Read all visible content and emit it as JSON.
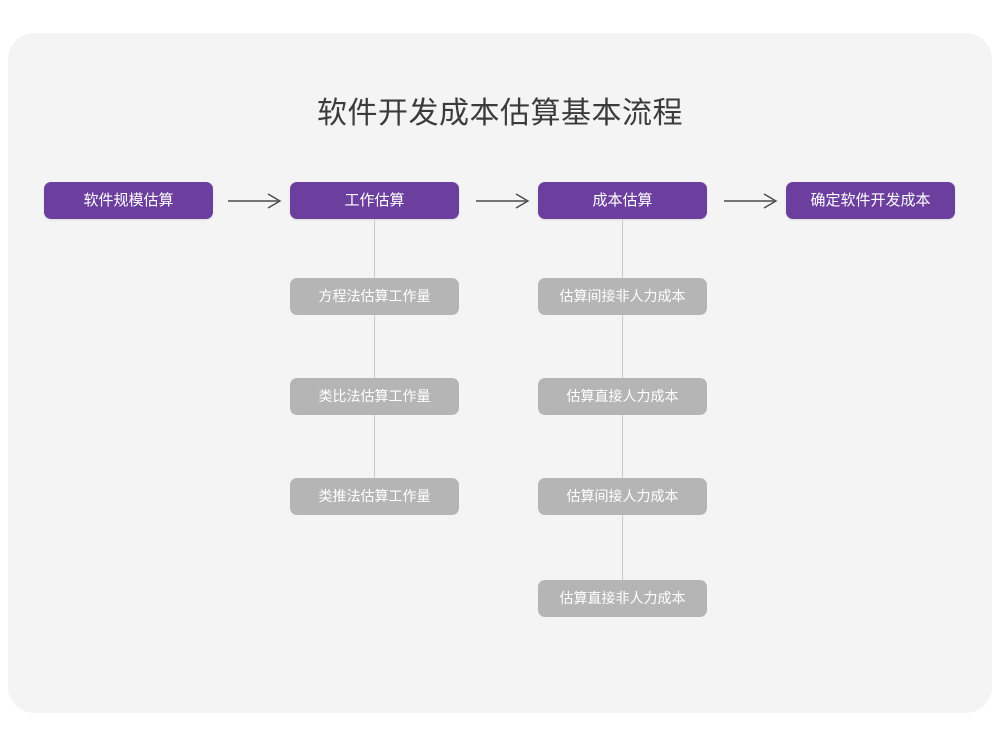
{
  "diagram": {
    "title": "软件开发成本估算基本流程",
    "colors": {
      "canvas": "#ffffff",
      "card": "#f4f4f4",
      "stage_fill": "#6c3f9e",
      "stage_text": "#ffffff",
      "sub_fill": "#b5b5b5",
      "sub_text": "#ffffff",
      "connector": "#c9c9c9",
      "arrow": "#4a4a4a",
      "title_text": "#3b3b3b"
    },
    "flow_arrows": [
      {
        "name": "arrow-1",
        "glyph": "→"
      },
      {
        "name": "arrow-2",
        "glyph": "→"
      },
      {
        "name": "arrow-3",
        "glyph": "→"
      }
    ],
    "stages": [
      {
        "id": "stage-1",
        "label": "软件规模估算",
        "children": []
      },
      {
        "id": "stage-2",
        "label": "工作估算",
        "children": [
          "方程法估算工作量",
          "类比法估算工作量",
          "类推法估算工作量"
        ]
      },
      {
        "id": "stage-3",
        "label": "成本估算",
        "children": [
          "估算间接非人力成本",
          "估算直接人力成本",
          "估算间接人力成本",
          "估算直接非人力成本"
        ]
      },
      {
        "id": "stage-4",
        "label": "确定软件开发成本",
        "children": []
      }
    ]
  }
}
